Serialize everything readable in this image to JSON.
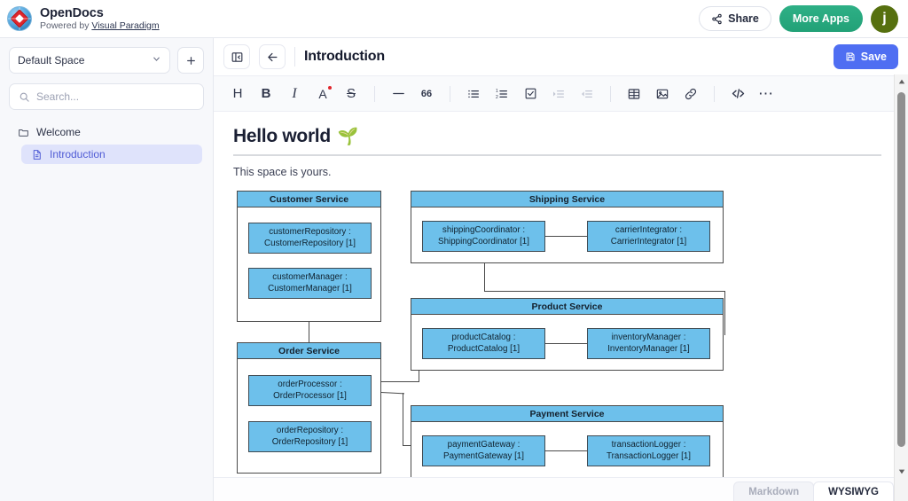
{
  "topbar": {
    "logo_icon": "visual-paradigm-globe-logo",
    "brand_title": "OpenDocs",
    "brand_sub_prefix": "Powered by ",
    "brand_sub_link": "Visual Paradigm",
    "share_label": "Share",
    "share_icon": "share-nodes-icon",
    "more_apps_label": "More Apps",
    "avatar_initial": "j",
    "avatar_color": "#56700f",
    "more_apps_color": "#2eb086"
  },
  "sidebar": {
    "space_name": "Default Space",
    "space_chevron_icon": "chevron-down-icon",
    "add_label": "+",
    "search_placeholder": "Search...",
    "search_icon": "search-icon",
    "tree": [
      {
        "label": "Welcome",
        "icon": "folder-icon",
        "type": "folder",
        "selected": false
      },
      {
        "label": "Introduction",
        "icon": "document-icon",
        "type": "document",
        "selected": true
      }
    ],
    "selected_bg": "#dfe3fb",
    "selected_fg": "#4f5bd5"
  },
  "doc_header": {
    "collapse_icon": "panel-collapse-icon",
    "back_icon": "arrow-left-icon",
    "title": "Introduction",
    "save_label": "Save",
    "save_icon": "floppy-disk-icon",
    "save_color": "#4f6ef2"
  },
  "format_toolbar": {
    "items": [
      {
        "name": "heading-icon",
        "glyph": "H",
        "enabled": true
      },
      {
        "name": "bold-icon",
        "glyph": "B",
        "enabled": true
      },
      {
        "name": "italic-icon",
        "glyph": "I",
        "enabled": true
      },
      {
        "name": "text-color-icon",
        "glyph": "A",
        "enabled": true
      },
      {
        "name": "strikethrough-icon",
        "glyph": "S",
        "enabled": true
      },
      {
        "name": "separator",
        "glyph": "",
        "enabled": true
      },
      {
        "name": "horizontal-rule-icon",
        "glyph": "—",
        "enabled": true
      },
      {
        "name": "blockquote-icon",
        "glyph": "66",
        "enabled": true
      },
      {
        "name": "separator",
        "glyph": "",
        "enabled": true
      },
      {
        "name": "bullet-list-icon",
        "glyph": "",
        "enabled": true
      },
      {
        "name": "numbered-list-icon",
        "glyph": "",
        "enabled": true
      },
      {
        "name": "checklist-icon",
        "glyph": "",
        "enabled": true
      },
      {
        "name": "indent-icon",
        "glyph": "",
        "enabled": false
      },
      {
        "name": "outdent-icon",
        "glyph": "",
        "enabled": false
      },
      {
        "name": "separator",
        "glyph": "",
        "enabled": true
      },
      {
        "name": "table-icon",
        "glyph": "",
        "enabled": true
      },
      {
        "name": "image-icon",
        "glyph": "",
        "enabled": true
      },
      {
        "name": "link-icon",
        "glyph": "",
        "enabled": true
      },
      {
        "name": "separator",
        "glyph": "",
        "enabled": true
      },
      {
        "name": "code-icon",
        "glyph": "</>",
        "enabled": true
      },
      {
        "name": "more-options-icon",
        "glyph": "…",
        "enabled": true
      }
    ]
  },
  "document": {
    "heading": "Hello world",
    "heading_emoji": "🌱",
    "paragraph": "This space is yours."
  },
  "diagram": {
    "type": "uml-composite-structure",
    "packages": [
      {
        "id": "customer-service",
        "title": "Customer Service",
        "parts": [
          {
            "line1": "customerRepository :",
            "line2": "CustomerRepository [1]"
          },
          {
            "line1": "customerManager :",
            "line2": "CustomerManager [1]"
          }
        ]
      },
      {
        "id": "order-service",
        "title": "Order Service",
        "parts": [
          {
            "line1": "orderProcessor :",
            "line2": "OrderProcessor [1]"
          },
          {
            "line1": "orderRepository :",
            "line2": "OrderRepository [1]"
          }
        ]
      },
      {
        "id": "shipping-service",
        "title": "Shipping Service",
        "parts": [
          {
            "line1": "shippingCoordinator :",
            "line2": "ShippingCoordinator [1]"
          },
          {
            "line1": "carrierIntegrator :",
            "line2": "CarrierIntegrator [1]"
          }
        ]
      },
      {
        "id": "product-service",
        "title": "Product Service",
        "parts": [
          {
            "line1": "productCatalog :",
            "line2": "ProductCatalog [1]"
          },
          {
            "line1": "inventoryManager :",
            "line2": "InventoryManager [1]"
          }
        ]
      },
      {
        "id": "payment-service",
        "title": "Payment Service",
        "parts": [
          {
            "line1": "paymentGateway :",
            "line2": "PaymentGateway [1]"
          },
          {
            "line1": "transactionLogger :",
            "line2": "TransactionLogger [1]"
          }
        ]
      }
    ],
    "part_fill": "#6dc0eb",
    "header_fill": "#6dc0eb",
    "border_color": "#4a4a4a"
  },
  "statusbar": {
    "markdown_label": "Markdown",
    "wysiwyg_label": "WYSIWYG",
    "active": "WYSIWYG"
  },
  "scrollbar": {
    "up_icon": "caret-up-icon",
    "down_icon": "caret-down-icon"
  }
}
